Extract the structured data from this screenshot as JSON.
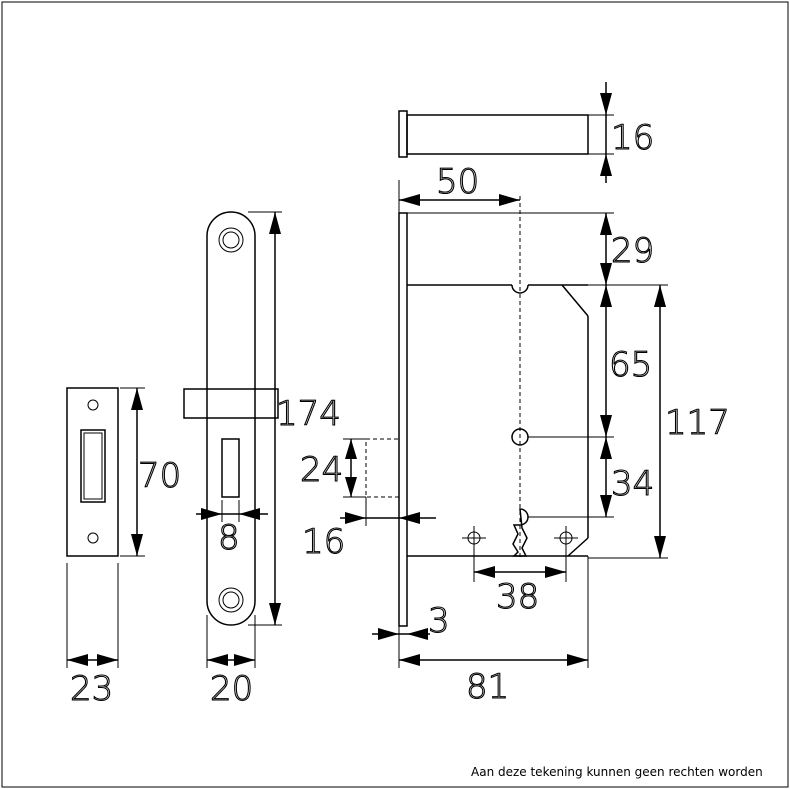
{
  "dimensions": {
    "forend_width": "23",
    "forend_height": "70",
    "faceplate_width": "20",
    "faceplate_height": "174",
    "latch_gap": "8",
    "bolt_height": "24",
    "bolt_projection": "16",
    "faceplate_thickness": "3",
    "backset": "50",
    "body_depth": "81",
    "top_offset": "29",
    "upper_span": "65",
    "body_height": "117",
    "lower_span": "34",
    "spindle_spacing": "38",
    "cylinder_diameter": "16"
  },
  "disclaimer": "Aan deze tekening kunnen geen rechten worden"
}
